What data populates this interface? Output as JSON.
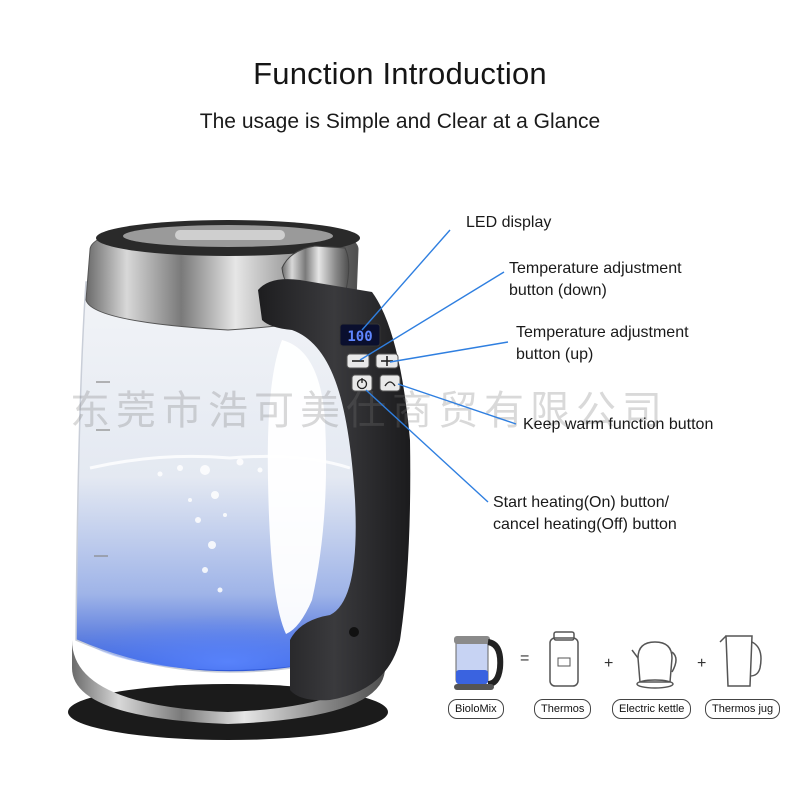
{
  "heading": {
    "title": "Function Introduction",
    "subtitle": "The usage is Simple and Clear at a Glance"
  },
  "display": {
    "readout": "100"
  },
  "callouts": {
    "led_display": "LED display",
    "temp_down_line1": "Temperature adjustment",
    "temp_down_line2": "button (down)",
    "temp_up_line1": "Temperature adjustment",
    "temp_up_line2": "button (up)",
    "keep_warm": "Keep warm function button",
    "start_line1": "Start heating(On) button/",
    "start_line2": "cancel heating(Off) button"
  },
  "watermark": "东莞市浩可美仕商贸有限公司",
  "comparison": {
    "items": [
      "BioloMix",
      "Thermos",
      "Electric kettle",
      "Thermos jug"
    ],
    "equals": "=",
    "plus": "+"
  },
  "colors": {
    "accent_line": "#2f7fe0",
    "display_blue": "#3b6cff",
    "handle": "#2b2b2d"
  }
}
